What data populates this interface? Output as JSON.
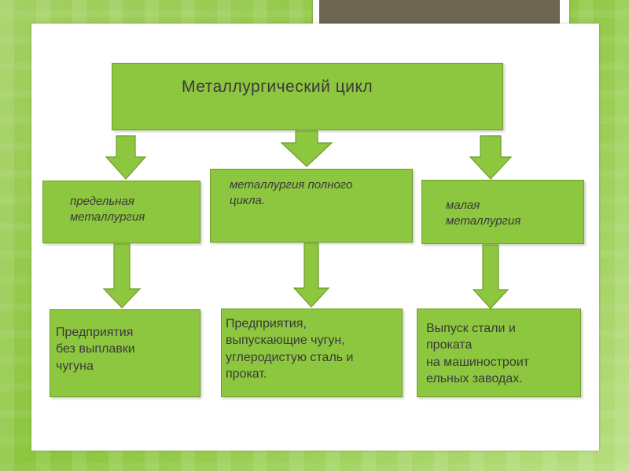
{
  "diagram": {
    "root": {
      "label": "Металлургический цикл"
    },
    "branches": [
      {
        "label_lines": [
          "предельная",
          "металлургия"
        ],
        "result_lines": [
          "Предприятия",
          "без выплавки",
          "чугуна"
        ]
      },
      {
        "label_lines": [
          "металлургия полного",
          "цикла."
        ],
        "result_lines": [
          "Предприятия,",
          "выпускающие чугун,",
          "углеродистую сталь и",
          "прокат."
        ]
      },
      {
        "label_lines": [
          "малая",
          "металлургия"
        ],
        "result_lines": [
          "Выпуск стали и",
          "проката",
          "на машиностроит",
          "ельных заводах."
        ]
      }
    ]
  },
  "colors": {
    "box_fill": "#8dc63f",
    "box_border": "#6e9e2a",
    "text": "#3a3a3a",
    "title_plate": "#6b6552",
    "background": "#8cc63f"
  }
}
